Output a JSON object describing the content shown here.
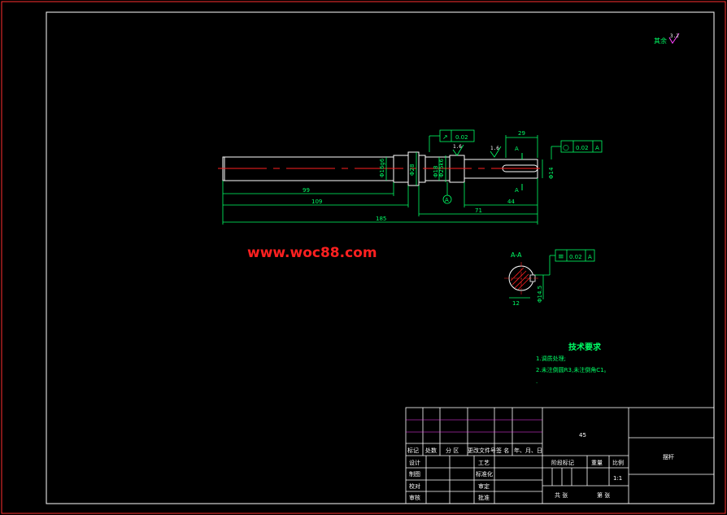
{
  "watermark": "www.woc88.com",
  "roughness_note": {
    "label": "其余",
    "value": "3.2"
  },
  "dimensions": {
    "d99": "99",
    "d109": "109",
    "d185": "185",
    "d71": "71",
    "d44": "44",
    "d29": "29",
    "dia_left": "Φ16g6",
    "dia_collar": "Φ28",
    "dia_mid": "Φ18",
    "dia_bearing": "Φ25k6",
    "dia_right": "Φ14",
    "section_w": "12",
    "section_h": "Φ14.5"
  },
  "roughness_marks": [
    "1.6",
    "1.6"
  ],
  "tolerances": {
    "runout": {
      "symbol": "↗",
      "value": "0.02"
    },
    "roundness": {
      "symbol": "○",
      "value": "0.02",
      "datum": "A"
    },
    "symmetry": {
      "symbol": "≡",
      "value": "0.02",
      "datum": "A"
    }
  },
  "section_marks": {
    "label": "A",
    "section_title": "A-A",
    "datum": "A"
  },
  "technical_requirements": {
    "title": "技术要求",
    "items": [
      "1.调质处理;",
      "2.未注倒圆R3,未注倒角C1。",
      "."
    ]
  },
  "title_block": {
    "material": "45",
    "part_name": "摆杆",
    "header_row": [
      "标记",
      "处数",
      "分 区",
      "更改文件号",
      "签 名",
      "年、月、日"
    ],
    "roles_left": [
      "设计",
      "制图",
      "校对",
      "审核"
    ],
    "roles_right": [
      "工艺",
      "标准化",
      "审定",
      "批准"
    ],
    "stage_label": "阶段标记",
    "weight_label": "重量",
    "scale_label": "比例",
    "scale": "1:1",
    "sheets_label": "共    张",
    "sheet_label": "第    张"
  }
}
